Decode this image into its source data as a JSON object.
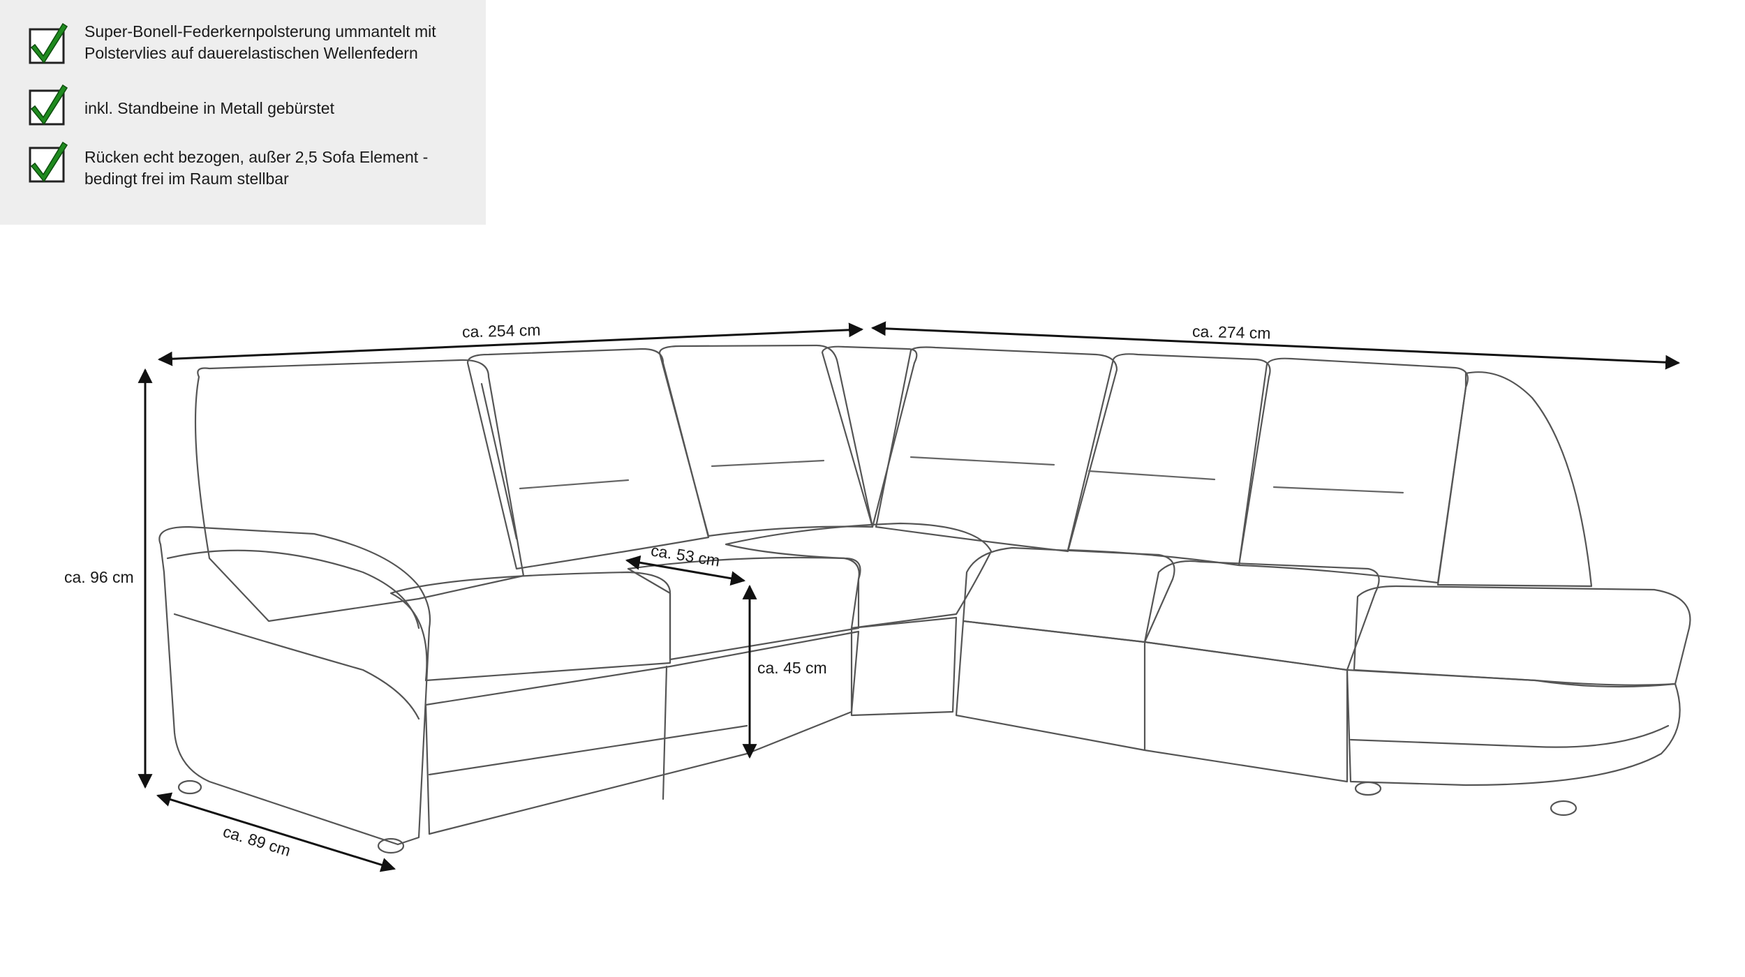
{
  "features": [
    {
      "icon": "checkmark-icon",
      "text": "Super-Bonell-Federkernpolsterung ummantelt mit\nPolstervlies auf dauerelastischen Wellenfedern"
    },
    {
      "icon": "checkmark-icon",
      "text": "inkl. Standbeine in Metall gebürstet"
    },
    {
      "icon": "checkmark-icon",
      "text": "Rücken echt bezogen, außer 2,5 Sofa Element -\nbedingt frei im Raum stellbar"
    }
  ],
  "dimensions": {
    "width_left": "ca. 254 cm",
    "width_right": "ca. 274 cm",
    "height": "ca. 96 cm",
    "depth": "ca. 89 cm",
    "seat_depth": "ca. 53 cm",
    "seat_height": "ca. 45 cm"
  },
  "colors": {
    "checkmark": "#1f8a1f",
    "panel": "#eeeeee",
    "sketch": "#555555"
  }
}
